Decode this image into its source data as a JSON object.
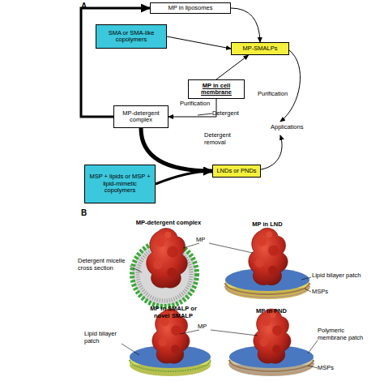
{
  "diagram": {
    "nodes": [
      {
        "text": [
          "MP in liposomes"
        ]
      },
      {
        "text": [
          "SMA or SMA-like copolymers"
        ]
      },
      {
        "text": [
          "MP-SMALPs"
        ]
      },
      {
        "text": [
          "MP in cell membrane"
        ]
      },
      {
        "text": [
          "MP-detergent complex"
        ]
      },
      {
        "text": [
          "MSP + lipids or MSP + lipid-mimetic copolymers"
        ]
      },
      {
        "text": [
          "LNDs or PNDs"
        ]
      }
    ],
    "edges": [
      {
        "from": 4,
        "to": 0,
        "arrow": "to"
      },
      {
        "from": 0,
        "to": 2,
        "arrow": "to"
      },
      {
        "from": 1,
        "to": 2,
        "arrow": "to"
      },
      {
        "from": 3,
        "to": 2,
        "arrow": "to"
      },
      {
        "from": 3,
        "to": 4,
        "label": "Purification",
        "arrow": "to"
      },
      {
        "from": 4,
        "to": 6,
        "label": "Detergent removal",
        "arrow": "to"
      },
      {
        "from": 5,
        "to": 6,
        "arrow": "to"
      }
    ],
    "labels": [
      "A",
      "Detergent",
      "Purification",
      "Applications",
      "B",
      "MP-detergent complex",
      "MP in LND",
      "MP",
      "Detergent micelle cross section",
      "Lipid bilayer patch",
      "MSPs",
      "MP in SMALP or novel SMALP",
      "MP in PND",
      "MP",
      "Lipid bilayer patch",
      "Polymeric membrane patch",
      "MSPs"
    ]
  }
}
